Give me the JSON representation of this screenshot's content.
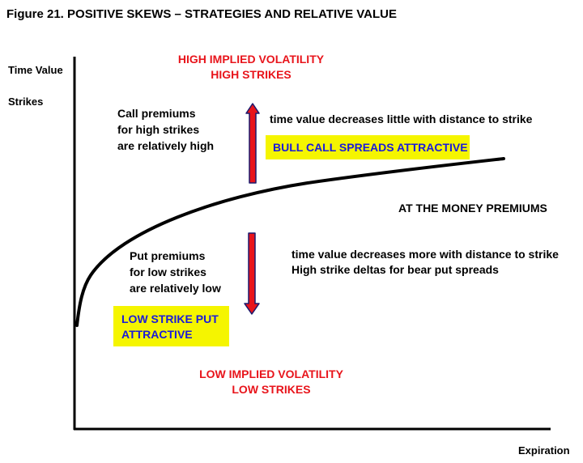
{
  "title": "Figure 21. POSITIVE SKEWS – STRATEGIES AND RELATIVE VALUE",
  "axes": {
    "y_label_1": "Time Value",
    "y_label_2": "Strikes",
    "x_label": "Expiration"
  },
  "top_label": {
    "line1": "HIGH IMPLIED VOLATILITY",
    "line2": "HIGH STRIKES"
  },
  "bottom_label": {
    "line1": "LOW IMPLIED VOLATILITY",
    "line2": "LOW STRIKES"
  },
  "call_note": {
    "line1": "Call premiums",
    "line2": "for high strikes",
    "line3": "are relatively high"
  },
  "put_note": {
    "line1": "Put premiums",
    "line2": "for low strikes",
    "line3": "are relatively low"
  },
  "upper_right": {
    "text": "time value decreases little with distance to strike"
  },
  "lower_right": {
    "line1": "time value decreases more with distance to strike",
    "line2": "High strike deltas for bear put spreads"
  },
  "atm_label": "AT THE MONEY PREMIUMS",
  "bull_box": "BULL CALL SPREADS ATTRACTIVE",
  "put_box": {
    "line1": "LOW STRIKE PUT",
    "line2": "ATTRACTIVE"
  },
  "colors": {
    "red_text": "#e8141b",
    "blue_text": "#1a1adb",
    "highlight": "#f5f500",
    "arrow_fill": "#e8141b",
    "arrow_stroke": "#1a1a6e"
  },
  "icons": {
    "up_arrow": "arrow-up-icon",
    "down_arrow": "arrow-down-icon"
  }
}
